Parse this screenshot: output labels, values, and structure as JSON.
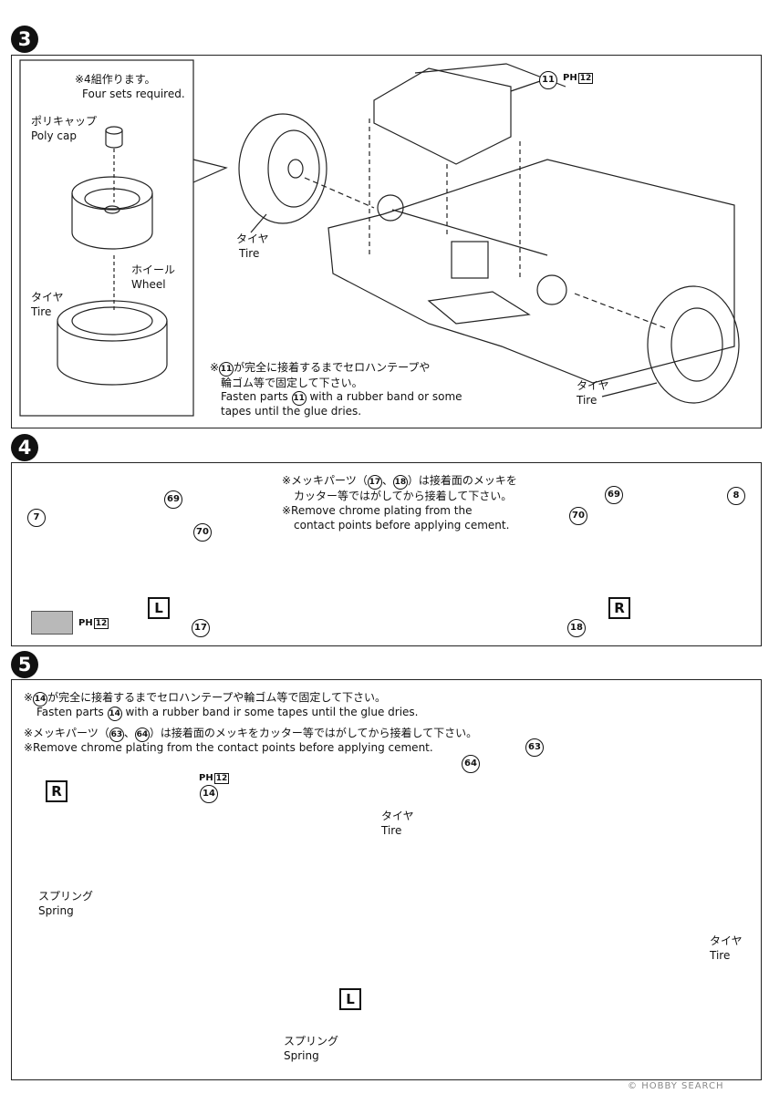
{
  "steps": {
    "s3": "3",
    "s4": "4",
    "s5": "5"
  },
  "step3": {
    "note_jp": "※4組作ります。",
    "note_en": "Four sets required.",
    "polycap_jp": "ポリキャップ",
    "polycap_en": "Poly cap",
    "wheel_jp": "ホイール",
    "wheel_en": "Wheel",
    "tire_jp": "タイヤ",
    "tire_en": "Tire",
    "part11": "11",
    "ph_prefix": "PH",
    "ph_num": "12",
    "glue_jp_a": "※",
    "glue_jp_b": "が完全に接着するまでセロハンテープや",
    "glue_jp_c": "輪ゴム等で固定して下さい。",
    "glue_en_a": "Fasten parts",
    "glue_en_b": "with a rubber band or some",
    "glue_en_c": "tapes until the glue dries."
  },
  "step4": {
    "note_jp_a": "※メッキパーツ（",
    "note_jp_b": "、",
    "note_jp_c": "）は接着面のメッキを",
    "note_jp_d": "カッター等ではがしてから接着して下さい。",
    "note_en_a": "※Remove chrome plating from the",
    "note_en_b": "contact points before applying cement.",
    "p7": "7",
    "p69": "69",
    "p70": "70",
    "p17": "17",
    "p18": "18",
    "p8": "8",
    "left": "L",
    "right": "R",
    "ph_prefix": "PH",
    "ph_num": "12",
    "swatch_color": "#b9b9b9"
  },
  "step5": {
    "note1_jp_a": "※",
    "note1_jp_b": "が完全に接着するまでセロハンテープや輪ゴム等で固定して下さい。",
    "note1_en_a": "Fasten parts",
    "note1_en_b": "with a rubber band ir some tapes until the glue dries.",
    "note2_jp_a": "※メッキパーツ（",
    "note2_jp_b": "、",
    "note2_jp_c": "）は接着面のメッキをカッター等ではがしてから接着して下さい。",
    "note2_en": "※Remove chrome plating from the contact points before applying cement.",
    "p14": "14",
    "p63": "63",
    "p64": "64",
    "right": "R",
    "left": "L",
    "ph_prefix": "PH",
    "ph_num": "12",
    "spring_jp": "スプリング",
    "spring_en": "Spring",
    "tire_jp": "タイヤ",
    "tire_en": "Tire"
  },
  "watermark": "HOBBY SEARCH",
  "watermark_icon": "copyright-icon"
}
